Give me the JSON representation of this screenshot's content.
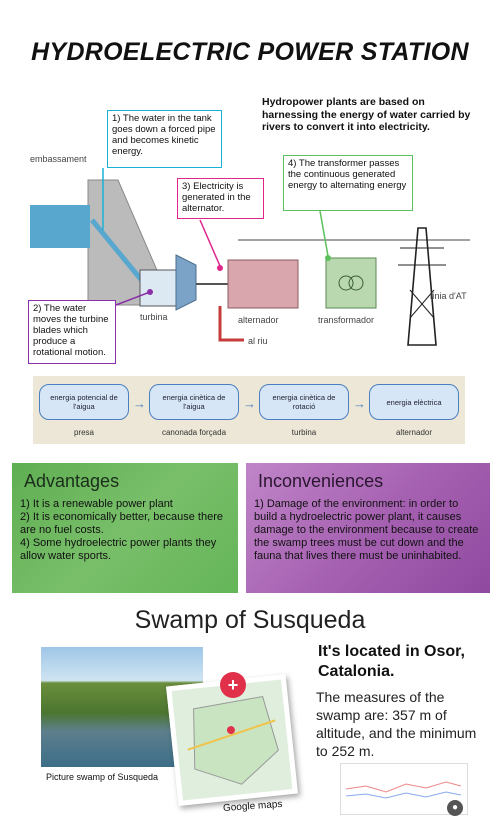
{
  "title": "HYDROELECTRIC POWER STATION",
  "intro": "Hydropower plants are based on harnessing the energy of water carried by rivers to convert it into electricity.",
  "notes": {
    "n1": "1) The water in the tank goes down a forced pipe and becomes kinetic energy.",
    "n2": "2) The water moves the turbine blades which produce a rotational motion.",
    "n3": "3) Electricity is generated in the alternator.",
    "n4": "4) The transformer passes the continuous generated energy to alternating energy"
  },
  "diagram": {
    "embassament": "embassament",
    "turbina": "turbina",
    "alternador": "alternador",
    "transformador": "transformador",
    "al_riu": "al riu",
    "linia": "línia d'AT"
  },
  "flow": {
    "steps": [
      "energia potencial de l'aigua",
      "energia cinètica de l'aigua",
      "energia cinètica de rotació",
      "energia elèctrica"
    ],
    "labels": [
      "presa",
      "canonada forçada",
      "turbina",
      "alternador"
    ]
  },
  "advantages": {
    "heading": "Advantages",
    "items": [
      "1) It is a renewable power plant",
      "2) It is economically better, because there are no fuel costs.",
      "4) Some hydroelectric power plants they allow water sports."
    ]
  },
  "inconveniences": {
    "heading": "Inconveniences",
    "text": "1) Damage of the environment: in order to build a hydroelectric power plant, it causes damage to the environment because to create the swamp trees must be cut down and the fauna that lives there must be uninhabited."
  },
  "swamp": {
    "heading": "Swamp of Susqueda",
    "location": "It's located in Osor, Catalonia.",
    "measures": "The measures of the swamp are: 357 m of altitude, and the minimum to 252 m.",
    "photo_caption": "Picture swamp of Susqueda",
    "map_caption": "Google maps"
  },
  "colors": {
    "cyan": "#1bb0d6",
    "magenta": "#e0258c",
    "green": "#5cc15c",
    "purple": "#8a2fa8"
  }
}
